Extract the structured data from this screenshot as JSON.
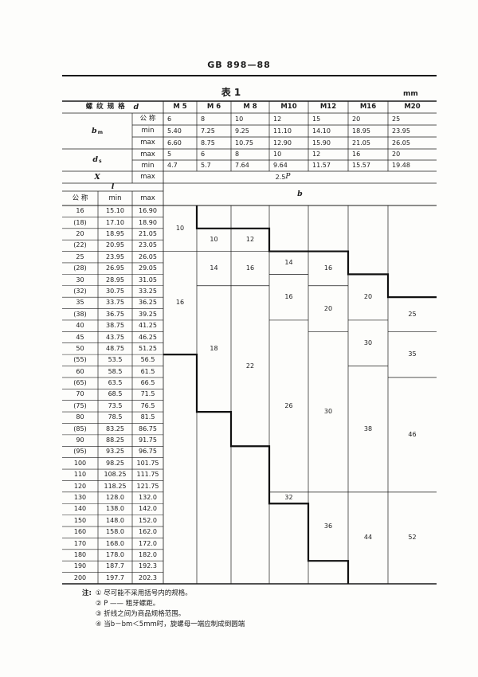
{
  "document": {
    "standard_code": "GB 898—88",
    "table_title": "表 1",
    "unit": "mm"
  },
  "table": {
    "thread_spec_label": "螺 纹 规 格",
    "thread_spec_symbol": "d",
    "sizes": [
      "M 5",
      "M 6",
      "M 8",
      "M10",
      "M12",
      "M16",
      "M20"
    ],
    "bm": {
      "symbol": "b",
      "subscript": "m",
      "rows": [
        {
          "label": "公 称",
          "values": [
            "6",
            "8",
            "10",
            "12",
            "15",
            "20",
            "25"
          ]
        },
        {
          "label": "min",
          "values": [
            "5.40",
            "7.25",
            "9.25",
            "11.10",
            "14.10",
            "18.95",
            "23.95"
          ]
        },
        {
          "label": "max",
          "values": [
            "6.60",
            "8.75",
            "10.75",
            "12.90",
            "15.90",
            "21.05",
            "26.05"
          ]
        }
      ]
    },
    "ds": {
      "symbol": "d",
      "subscript": "s",
      "rows": [
        {
          "label": "max",
          "values": [
            "5",
            "6",
            "8",
            "10",
            "12",
            "16",
            "20"
          ]
        },
        {
          "label": "min",
          "values": [
            "4.7",
            "5.7",
            "7.64",
            "9.64",
            "11.57",
            "15.57",
            "19.48"
          ]
        }
      ]
    },
    "x": {
      "symbol": "X",
      "label": "max",
      "value": "2.5",
      "value_symbol": "P"
    },
    "length": {
      "symbol": "l",
      "headers": {
        "nominal": "公 称",
        "min": "min",
        "max": "max"
      },
      "rows": [
        {
          "nominal": "16",
          "min": "15.10",
          "max": "16.90"
        },
        {
          "nominal": "(18)",
          "min": "17.10",
          "max": "18.90"
        },
        {
          "nominal": "20",
          "min": "18.95",
          "max": "21.05"
        },
        {
          "nominal": "(22)",
          "min": "20.95",
          "max": "23.05"
        },
        {
          "nominal": "25",
          "min": "23.95",
          "max": "26.05"
        },
        {
          "nominal": "(28)",
          "min": "26.95",
          "max": "29.05"
        },
        {
          "nominal": "30",
          "min": "28.95",
          "max": "31.05"
        },
        {
          "nominal": "(32)",
          "min": "30.75",
          "max": "33.25"
        },
        {
          "nominal": "35",
          "min": "33.75",
          "max": "36.25"
        },
        {
          "nominal": "(38)",
          "min": "36.75",
          "max": "39.25"
        },
        {
          "nominal": "40",
          "min": "38.75",
          "max": "41.25"
        },
        {
          "nominal": "45",
          "min": "43.75",
          "max": "46.25"
        },
        {
          "nominal": "50",
          "min": "48.75",
          "max": "51.25"
        },
        {
          "nominal": "(55)",
          "min": "53.5",
          "max": "56.5"
        },
        {
          "nominal": "60",
          "min": "58.5",
          "max": "61.5"
        },
        {
          "nominal": "(65)",
          "min": "63.5",
          "max": "66.5"
        },
        {
          "nominal": "70",
          "min": "68.5",
          "max": "71.5"
        },
        {
          "nominal": "(75)",
          "min": "73.5",
          "max": "76.5"
        },
        {
          "nominal": "80",
          "min": "78.5",
          "max": "81.5"
        },
        {
          "nominal": "(85)",
          "min": "83.25",
          "max": "86.75"
        },
        {
          "nominal": "90",
          "min": "88.25",
          "max": "91.75"
        },
        {
          "nominal": "(95)",
          "min": "93.25",
          "max": "96.75"
        },
        {
          "nominal": "100",
          "min": "98.25",
          "max": "101.75"
        },
        {
          "nominal": "110",
          "min": "108.25",
          "max": "111.75"
        },
        {
          "nominal": "120",
          "min": "118.25",
          "max": "121.75"
        },
        {
          "nominal": "130",
          "min": "128.0",
          "max": "132.0"
        },
        {
          "nominal": "140",
          "min": "138.0",
          "max": "142.0"
        },
        {
          "nominal": "150",
          "min": "148.0",
          "max": "152.0"
        },
        {
          "nominal": "160",
          "min": "158.0",
          "max": "162.0"
        },
        {
          "nominal": "170",
          "min": "168.0",
          "max": "172.0"
        },
        {
          "nominal": "180",
          "min": "178.0",
          "max": "182.0"
        },
        {
          "nominal": "190",
          "min": "187.7",
          "max": "192.3"
        },
        {
          "nominal": "200",
          "min": "197.7",
          "max": "202.3"
        }
      ]
    },
    "b": {
      "symbol": "b",
      "columns": [
        [
          {
            "value": "10",
            "l_from": "16",
            "l_to": "(22)"
          },
          {
            "value": "16",
            "l_from": "25",
            "l_to": "50"
          }
        ],
        [
          {
            "value": "10",
            "l_from": "20",
            "l_to": "(22)"
          },
          {
            "value": "14",
            "l_from": "25",
            "l_to": "30"
          },
          {
            "value": "18",
            "l_from": "(32)",
            "l_to": "(75)"
          }
        ],
        [
          {
            "value": "12",
            "l_from": "20",
            "l_to": "(22)"
          },
          {
            "value": "16",
            "l_from": "25",
            "l_to": "30"
          },
          {
            "value": "22",
            "l_from": "(32)",
            "l_to": "90"
          }
        ],
        [
          {
            "value": "14",
            "l_from": "25",
            "l_to": "(28)"
          },
          {
            "value": "16",
            "l_from": "30",
            "l_to": "(38)"
          },
          {
            "value": "26",
            "l_from": "40",
            "l_to": "120"
          },
          {
            "value": "32",
            "l_from": "130",
            "l_to": "130"
          }
        ],
        [
          {
            "value": "16",
            "l_from": "25",
            "l_to": "30"
          },
          {
            "value": "20",
            "l_from": "(32)",
            "l_to": "40"
          },
          {
            "value": "30",
            "l_from": "45",
            "l_to": "120"
          },
          {
            "value": "36",
            "l_from": "130",
            "l_to": "180"
          }
        ],
        [
          {
            "value": "20",
            "l_from": "30",
            "l_to": "(38)"
          },
          {
            "value": "30",
            "l_from": "40",
            "l_to": "(55)"
          },
          {
            "value": "38",
            "l_from": "60",
            "l_to": "120"
          },
          {
            "value": "44",
            "l_from": "130",
            "l_to": "200"
          }
        ],
        [
          {
            "value": "25",
            "l_from": "35",
            "l_to": "40"
          },
          {
            "value": "35",
            "l_from": "45",
            "l_to": "60"
          },
          {
            "value": "46",
            "l_from": "(65)",
            "l_to": "120"
          },
          {
            "value": "52",
            "l_from": "130",
            "l_to": "200"
          }
        ]
      ]
    }
  },
  "notes": {
    "label": "注:",
    "items": [
      "① 尽可能不采用括号内的规格。",
      "② P —— 粗牙螺距。",
      "③ 折线之间为商品规格范围。",
      "④ 当b－bm＜5mm时，旋螺母一端应制成倒圆端"
    ]
  }
}
